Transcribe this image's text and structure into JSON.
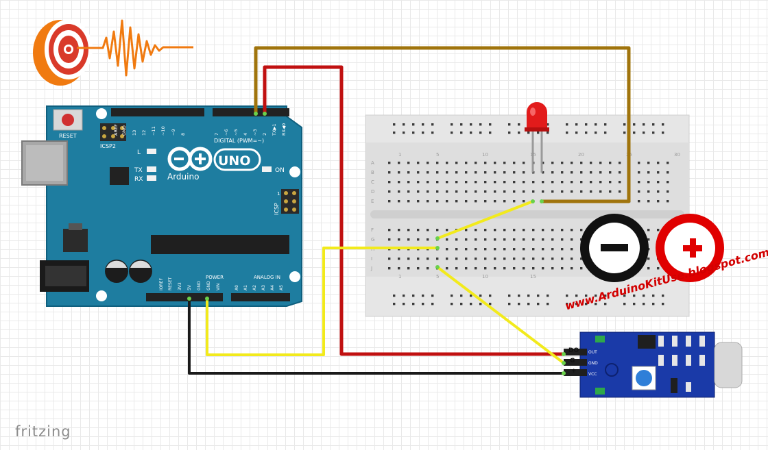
{
  "arduino": {
    "brand": "Arduino",
    "model": "UNO",
    "reset_label": "RESET",
    "icsp2_label": "ICSP2",
    "icsp_label": "ICSP",
    "icsp_pin": "1",
    "led_l": "L",
    "led_tx": "TX",
    "led_rx": "RX",
    "led_on": "ON",
    "digital_header": "DIGITAL (PWM=~)",
    "digital_pins": [
      "AREF",
      "GND",
      "13",
      "12",
      "~11",
      "~10",
      "~9",
      "8",
      "7",
      "~6",
      "~5",
      "4",
      "~3",
      "2",
      "TX▶1",
      "RX◀0"
    ],
    "power_header": "POWER",
    "power_pins": [
      "IOREF",
      "RESET",
      "3V3",
      "5V",
      "GND",
      "GND",
      "VIN"
    ],
    "analog_header": "ANALOG IN",
    "analog_pins": [
      "A0",
      "A1",
      "A2",
      "A3",
      "A4",
      "A5"
    ]
  },
  "breadboard": {
    "rows_top": [
      "A",
      "B",
      "C",
      "D",
      "E"
    ],
    "rows_bottom": [
      "F",
      "G",
      "H",
      "I",
      "J"
    ],
    "col_numbers": [
      "1",
      "5",
      "10",
      "15",
      "20",
      "25",
      "30"
    ]
  },
  "sensor": {
    "pin_labels": [
      "DO",
      "G",
      "+"
    ],
    "board_labels": [
      "OUT",
      "GND",
      "VCC"
    ]
  },
  "watermark": "www.ArduinoKitUse.blogspot.com",
  "footer_logo": "fritzing",
  "colors": {
    "board": "#1e7da0",
    "wire_brown": "#a0740c",
    "wire_red": "#c01010",
    "wire_yellow": "#f2ea1c",
    "wire_black": "#1a1a1a",
    "sensor_board": "#1a3aa8"
  }
}
